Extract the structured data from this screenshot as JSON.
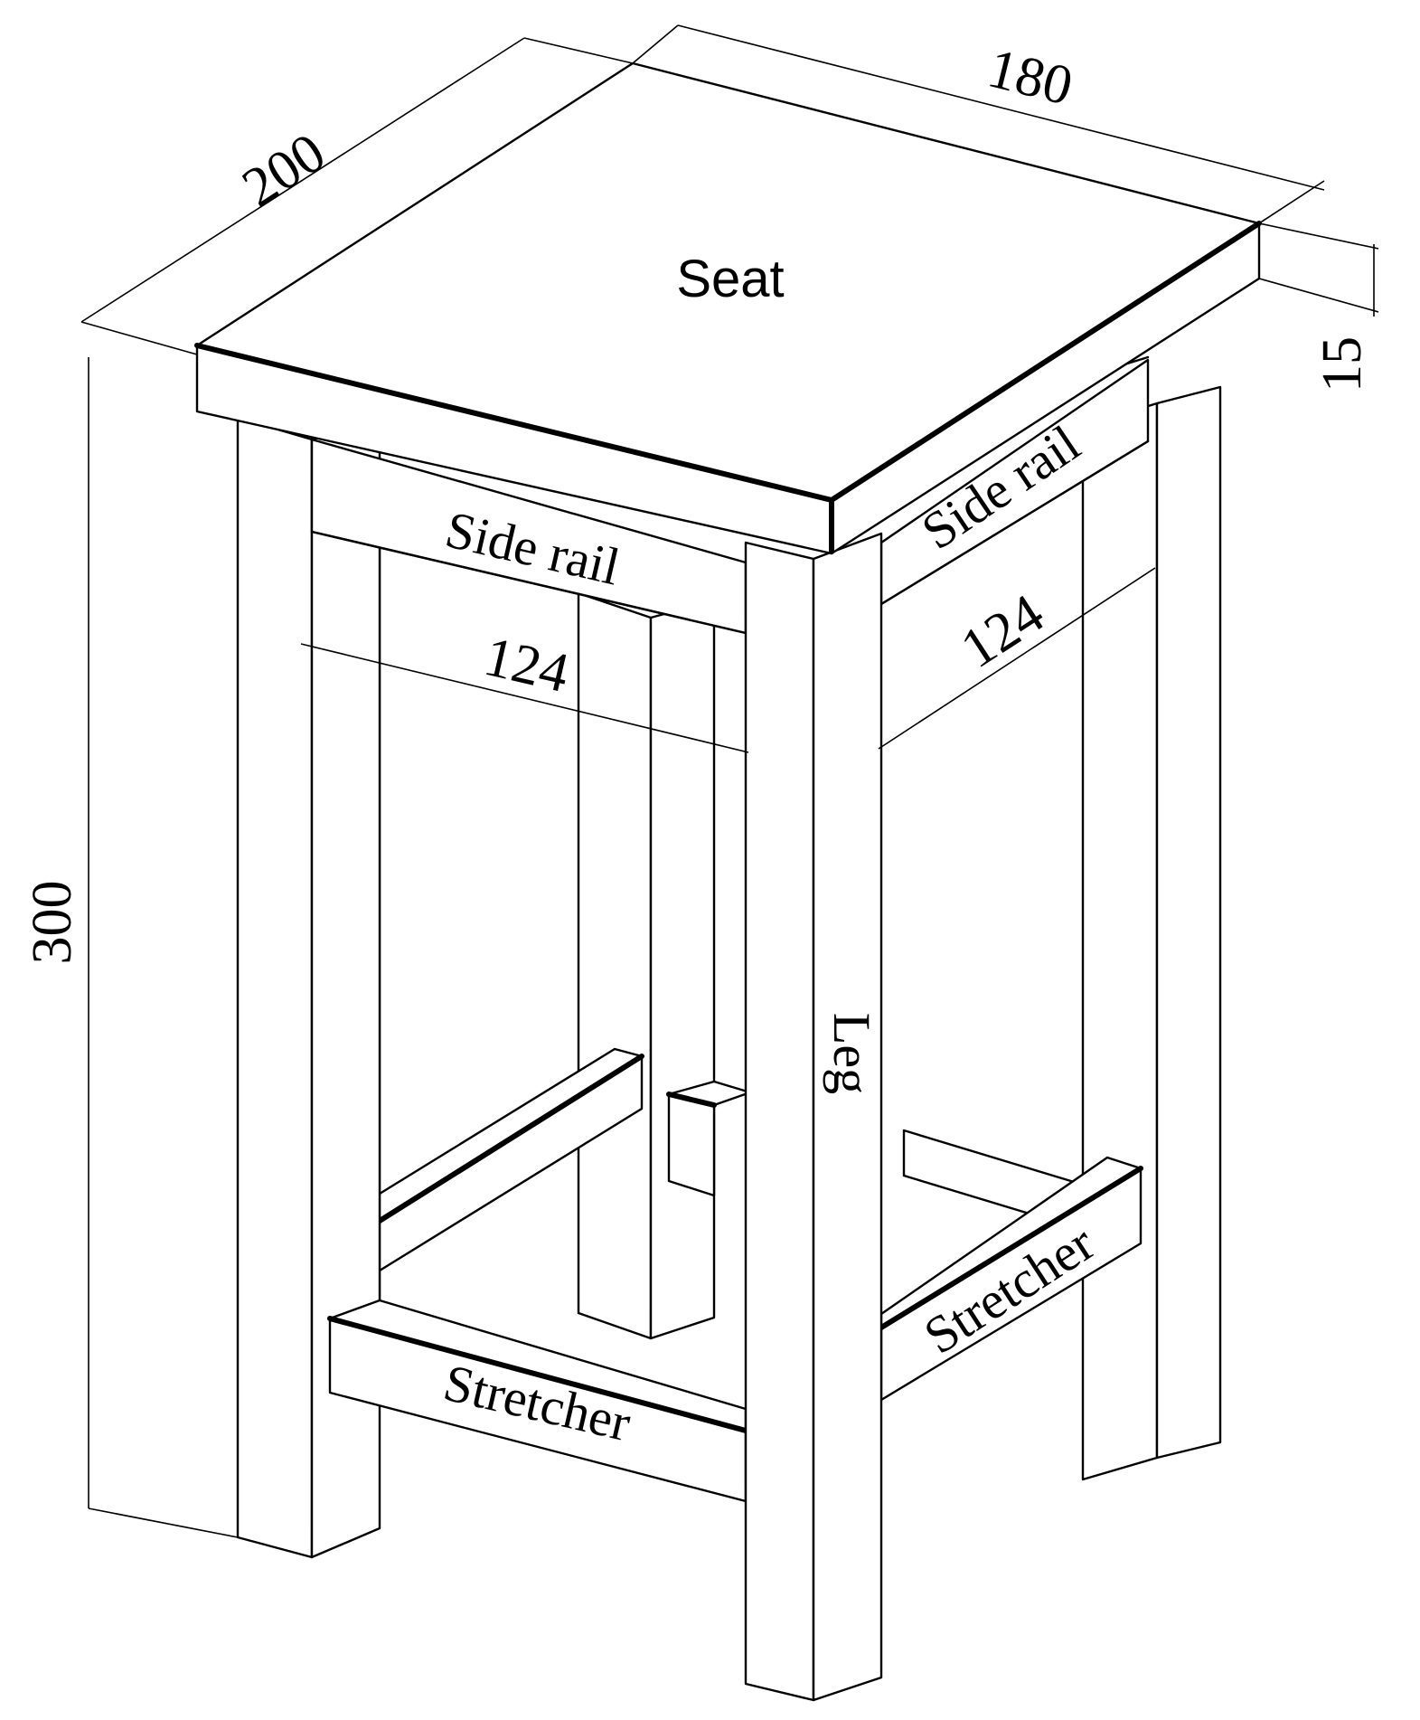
{
  "diagram": {
    "labels": {
      "seat": "Seat",
      "side_rail_front": "Side rail",
      "side_rail_right": "Side rail",
      "leg": "Leg",
      "stretcher_front": "Stretcher",
      "stretcher_right": "Stretcher"
    },
    "dimensions": {
      "depth": "200",
      "width": "180",
      "seat_thickness": "15",
      "height": "300",
      "inner_front": "124",
      "inner_right": "124"
    }
  }
}
